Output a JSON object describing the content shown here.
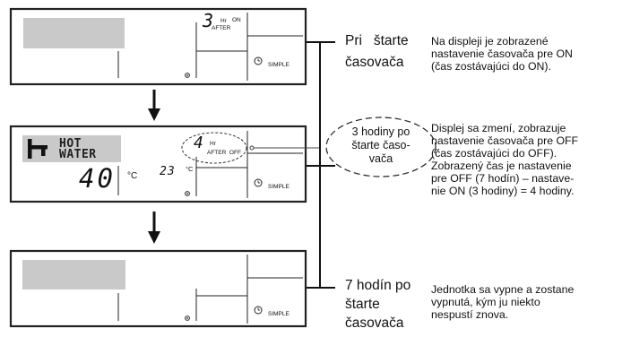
{
  "panel_top": {
    "hours_value": "3",
    "hr_label": "Hr",
    "on_label": "ON",
    "after_label": "AFTER",
    "simple_label": "SIMPLE"
  },
  "panel_mid": {
    "mode_line1": "HOT",
    "mode_line2": "WATER",
    "water_temp": "40",
    "temp_unit": "°C",
    "room_temp": "23",
    "room_unit": "°C",
    "hours_value": "4",
    "hr_label": "Hr",
    "after_off_label": "AFTER  OFF",
    "simple_label": "SIMPLE"
  },
  "panel_bottom": {
    "simple_label": "SIMPLE"
  },
  "stages": [
    {
      "title_lines": [
        "Pri   štarte",
        "časovača"
      ],
      "desc_lines": [
        "Na displeji je zobrazené",
        "nastavenie časovača pre ON",
        "(čas zostávajúci do ON)."
      ]
    },
    {
      "bubble_lines": [
        "3 hodiny po",
        "štarte časo-",
        "vača"
      ],
      "desc_lines": [
        "Displej sa zmení, zobrazuje",
        "nastavenie časovača pre OFF",
        "(čas zostávajúci do OFF).",
        "Zobrazený čas je nastavenie",
        "pre OFF (7 hodín) – nastave-",
        "nie ON (3 hodiny) = 4 hodiny."
      ]
    },
    {
      "title_lines": [
        "7 hodín po",
        "štarte",
        "časovača"
      ],
      "desc_lines": [
        "Jednotka sa vypne a zostane",
        "vypnutá, kým ju niekto",
        "nespustí znova."
      ]
    }
  ]
}
